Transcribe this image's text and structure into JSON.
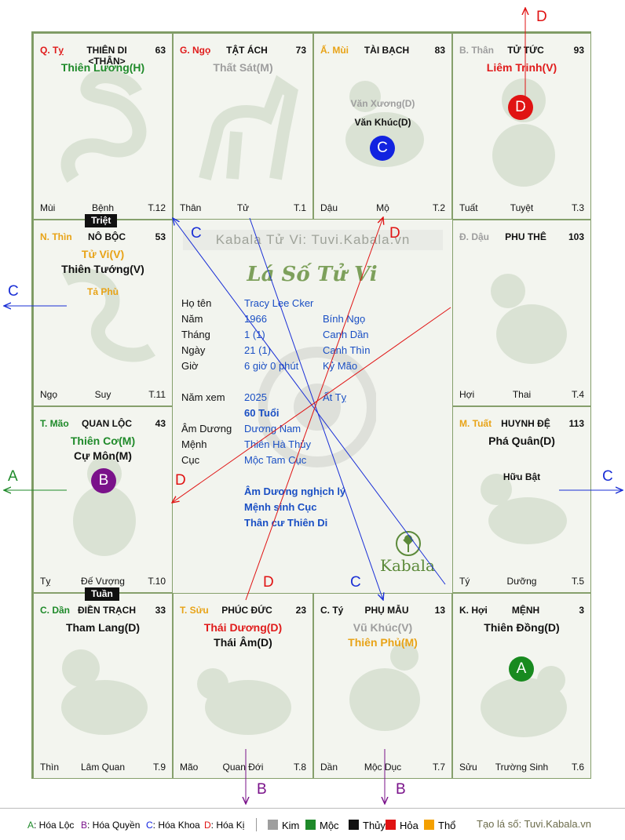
{
  "brand": {
    "watermark": "Kabala Tử Vi: Tuvi.Kabala.vn",
    "script_title": "Lá Số Tử Vi",
    "logo_text": "Kabala"
  },
  "palaces": [
    {
      "can": "Q. Tỵ",
      "can_color": "#e01b1b",
      "name": "THIÊN DI <THÂN>",
      "age": "63",
      "stars": [
        {
          "text": "Thiên Lương(H)",
          "color": "#1f8a2a"
        }
      ],
      "foot": [
        "Mùi",
        "Bệnh",
        "T.12"
      ]
    },
    {
      "can": "G. Ngọ",
      "can_color": "#e01b1b",
      "name": "TẬT ÁCH",
      "age": "73",
      "stars": [
        {
          "text": "Thất Sát(M)",
          "color": "#9e9e9e"
        }
      ],
      "foot": [
        "Thân",
        "Tử",
        "T.1"
      ]
    },
    {
      "can": "Ấ. Mùi",
      "can_color": "#e8a317",
      "name": "TÀI BẠCH",
      "age": "83",
      "stars": [],
      "minor": [
        {
          "text": "Văn Xương(D)",
          "color": "#9e9e9e"
        },
        {
          "text": "Văn Khúc(D)",
          "color": "#111111"
        }
      ],
      "badge": "C",
      "foot": [
        "Dậu",
        "Mộ",
        "T.2"
      ]
    },
    {
      "can": "B. Thân",
      "can_color": "#9e9e9e",
      "name": "TỬ TỨC",
      "age": "93",
      "stars": [
        {
          "text": "Liêm Trinh(V)",
          "color": "#e01b1b"
        }
      ],
      "badge": "D",
      "foot": [
        "Tuất",
        "Tuyệt",
        "T.3"
      ]
    },
    {
      "can": "N. Thìn",
      "can_color": "#e8a317",
      "name": "NÔ BỘC",
      "age": "53",
      "stars": [
        {
          "text": "Tử Vi(V)",
          "color": "#e8a317"
        },
        {
          "text": "Thiên Tướng(V)",
          "color": "#111111"
        }
      ],
      "minor": [
        {
          "text": "Tả Phù",
          "color": "#e8a317"
        }
      ],
      "foot": [
        "Ngọ",
        "Suy",
        "T.11"
      ]
    },
    {
      "can": "Đ. Dậu",
      "can_color": "#9e9e9e",
      "name": "PHU THÊ",
      "age": "103",
      "stars": [],
      "foot": [
        "Hợi",
        "Thai",
        "T.4"
      ]
    },
    {
      "can": "T. Mão",
      "can_color": "#1f8a2a",
      "name": "QUAN LỘC",
      "age": "43",
      "stars": [
        {
          "text": "Thiên Cơ(M)",
          "color": "#1f8a2a"
        },
        {
          "text": "Cự Môn(M)",
          "color": "#111111"
        }
      ],
      "badge": "B",
      "foot": [
        "Tỵ",
        "Đế Vượng",
        "T.10"
      ]
    },
    {
      "can": "M. Tuất",
      "can_color": "#e8a317",
      "name": "HUYNH ĐỆ",
      "age": "113",
      "stars": [
        {
          "text": "Phá Quân(D)",
          "color": "#111111"
        }
      ],
      "minor": [
        {
          "text": "Hữu Bật",
          "color": "#111111"
        }
      ],
      "foot": [
        "Tý",
        "Dưỡng",
        "T.5"
      ]
    },
    {
      "can": "C. Dần",
      "can_color": "#1f8a2a",
      "name": "ĐIỀN TRẠCH",
      "age": "33",
      "stars": [
        {
          "text": "Tham Lang(D)",
          "color": "#111111"
        }
      ],
      "foot": [
        "Thìn",
        "Lâm Quan",
        "T.9"
      ]
    },
    {
      "can": "T. Sửu",
      "can_color": "#e8a317",
      "name": "PHÚC ĐỨC",
      "age": "23",
      "stars": [
        {
          "text": "Thái Dương(D)",
          "color": "#e01b1b"
        },
        {
          "text": "Thái Âm(D)",
          "color": "#111111"
        }
      ],
      "foot": [
        "Mão",
        "Quan Đới",
        "T.8"
      ]
    },
    {
      "can": "C. Tý",
      "can_color": "#111111",
      "name": "PHỤ MẪU",
      "age": "13",
      "stars": [
        {
          "text": "Vũ Khúc(V)",
          "color": "#9e9e9e"
        },
        {
          "text": "Thiên Phủ(M)",
          "color": "#e8a317"
        }
      ],
      "foot": [
        "Dần",
        "Mộc Dục",
        "T.7"
      ]
    },
    {
      "can": "K. Hợi",
      "can_color": "#111111",
      "name": "MỆNH",
      "age": "3",
      "stars": [
        {
          "text": "Thiên Đồng(D)",
          "color": "#111111"
        }
      ],
      "badge": "A",
      "foot": [
        "Sửu",
        "Trường Sinh",
        "T.6"
      ]
    }
  ],
  "tags": {
    "triet": "Triệt",
    "tuan": "Tuần"
  },
  "center": {
    "rows": [
      {
        "label": "Họ tên",
        "v1": "Tracy Lee Cker",
        "v2": ""
      },
      {
        "label": "Năm",
        "v1": "1966",
        "v2": "Bính Ngọ"
      },
      {
        "label": "Tháng",
        "v1": "1  (1)",
        "v2": "Canh Dần"
      },
      {
        "label": "Ngày",
        "v1": "21  (1)",
        "v2": "Canh Thìn"
      },
      {
        "label": "Giờ",
        "v1": "6 giờ 0 phút",
        "v2": "Kỷ Mão"
      }
    ],
    "nam_xem": {
      "label": "Năm xem",
      "v1": "2025",
      "v2": "Ất Tỵ",
      "tuoi": "60 Tuổi"
    },
    "rows2": [
      {
        "label": "Âm Dương",
        "v1": "Dương Nam"
      },
      {
        "label": "Mệnh",
        "v1": "Thiên Hà Thủy"
      },
      {
        "label": "Cục",
        "v1": "Mộc Tam Cục"
      }
    ],
    "notes": [
      "Âm Dương nghịch lý",
      "Mệnh sinh Cục",
      "Thân cư Thiên Di"
    ]
  },
  "badges": {
    "A": {
      "color": "#188a1f"
    },
    "B": {
      "color": "#7a128a"
    },
    "C": {
      "color": "#1223e0"
    },
    "D": {
      "color": "#e01313"
    }
  },
  "arrow_labels": {
    "top_d": "D",
    "left_c": "C",
    "left_a": "A",
    "right_c": "C",
    "bottom_b1": "B",
    "bottom_b2": "B",
    "line_c1": "C",
    "line_d1": "D",
    "line_d2": "D",
    "line_d3": "D",
    "line_c2": "C"
  },
  "legend": {
    "items": [
      {
        "key": "A",
        "text": ": Hóa Lộc",
        "color": "#1f8a2a"
      },
      {
        "key": "B",
        "text": ": Hóa Quyền",
        "color": "#7a128a"
      },
      {
        "key": "C",
        "text": ": Hóa Khoa",
        "color": "#1223e0"
      },
      {
        "key": "D",
        "text": ": Hóa Kị",
        "color": "#e01313"
      }
    ],
    "elements": [
      {
        "text": "Kim",
        "color": "#9e9e9e"
      },
      {
        "text": "Mộc",
        "color": "#1f8a2a"
      },
      {
        "text": "Thủy",
        "color": "#111111"
      },
      {
        "text": "Hỏa",
        "color": "#e01313"
      },
      {
        "text": "Thổ",
        "color": "#f4a000"
      }
    ],
    "credit": "Tạo lá số: Tuvi.Kabala.vn"
  }
}
